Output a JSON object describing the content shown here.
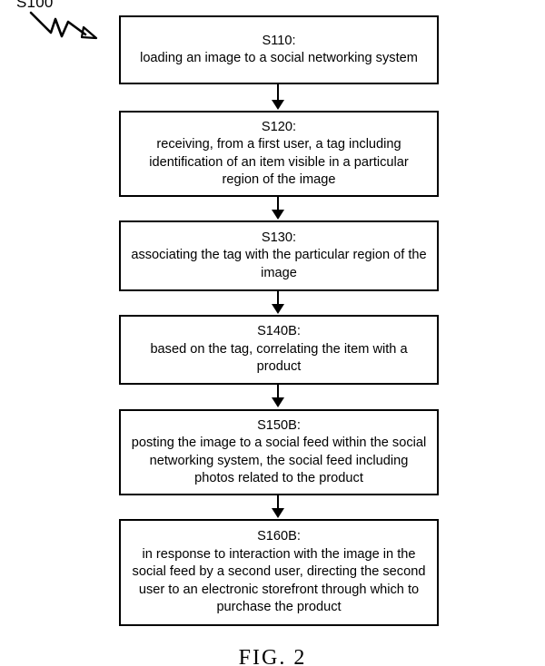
{
  "figure": {
    "reference_label": "S100",
    "caption": "FIG. 2",
    "lead_arrow_icon": "zigzag-arrow-icon"
  },
  "colors": {
    "stroke": "#000000",
    "background": "#ffffff",
    "text": "#000000"
  },
  "flowchart": {
    "steps": [
      {
        "id": "S110:",
        "text": "loading an image to a social networking system"
      },
      {
        "id": "S120:",
        "text": "receiving, from a first user, a tag including identification of an item visible in a particular region of the image"
      },
      {
        "id": "S130:",
        "text": "associating the tag with the particular region of the image"
      },
      {
        "id": "S140B:",
        "text": "based on the tag, correlating the item with a product"
      },
      {
        "id": "S150B:",
        "text": "posting the image to a social feed within the social networking system, the social feed including photos related to the product"
      },
      {
        "id": "S160B:",
        "text": "in response to interaction with the image in the social feed by a second user, directing the second user to an electronic storefront through which to purchase the product"
      }
    ]
  }
}
